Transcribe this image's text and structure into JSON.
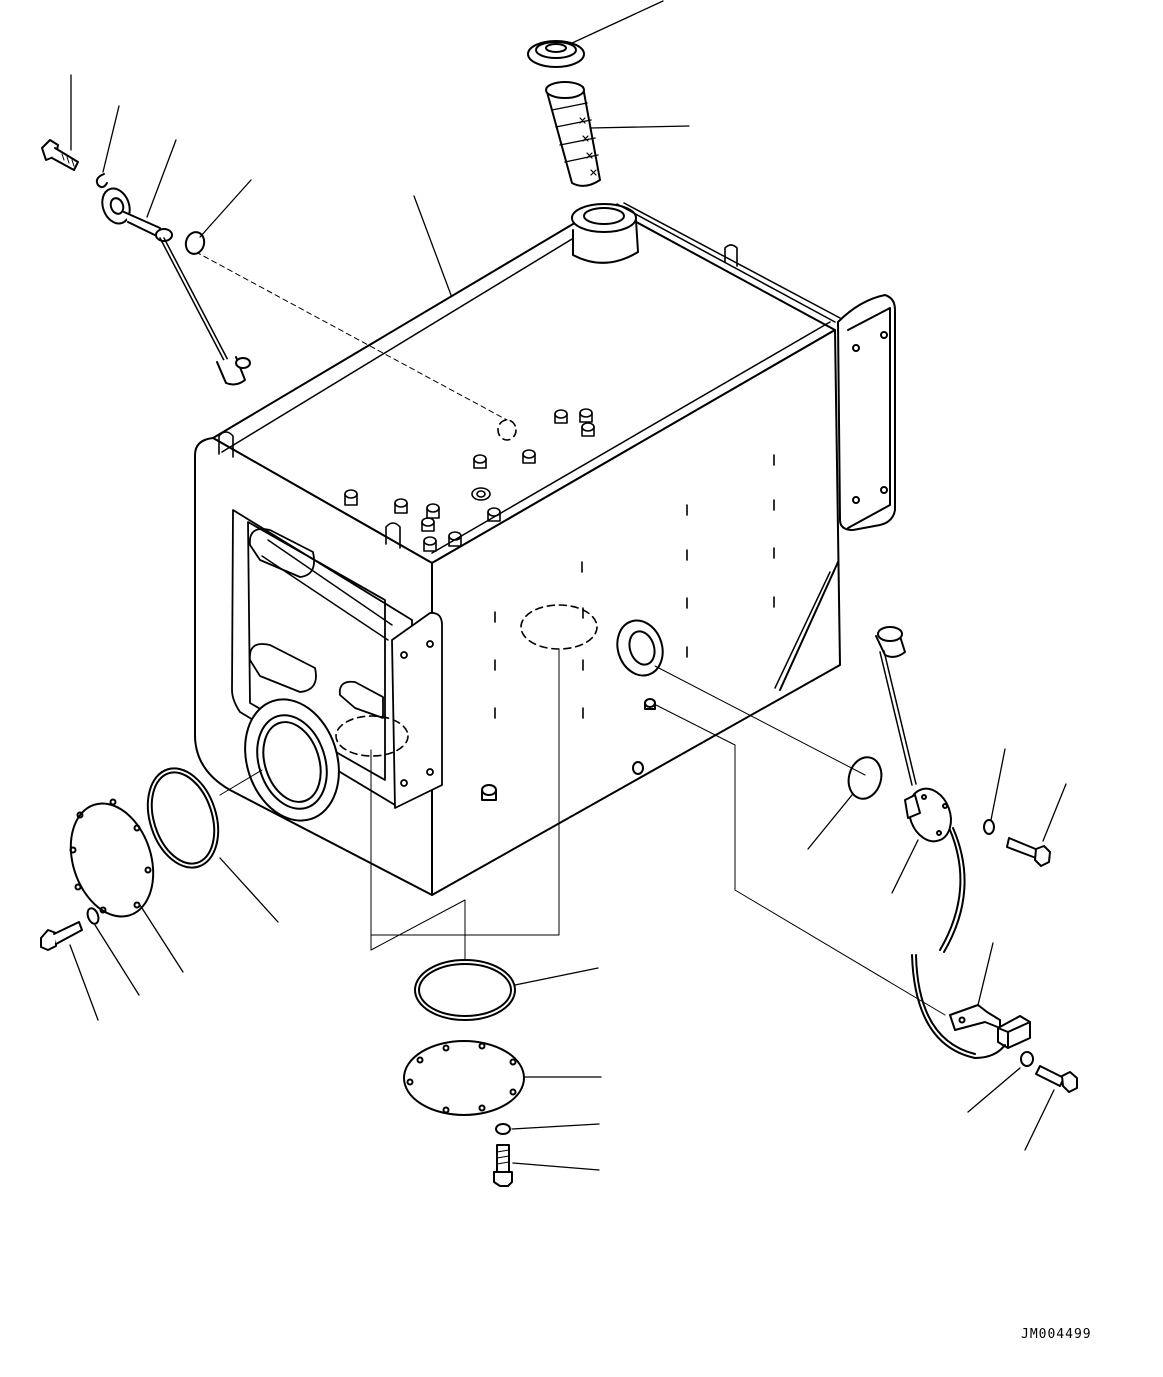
{
  "drawing": {
    "reference_code": "JM004499",
    "colors": {
      "line": "#000000",
      "background": "#ffffff"
    },
    "parts": [
      "fuel-tank",
      "filler-cap",
      "strainer",
      "filler-neck",
      "level-gauge-top",
      "bolt",
      "snap-ring",
      "o-ring",
      "sight-gauge",
      "cover-plate",
      "gasket",
      "washer",
      "level-sensor-side",
      "clamp-bracket",
      "connector",
      "bracket"
    ]
  }
}
